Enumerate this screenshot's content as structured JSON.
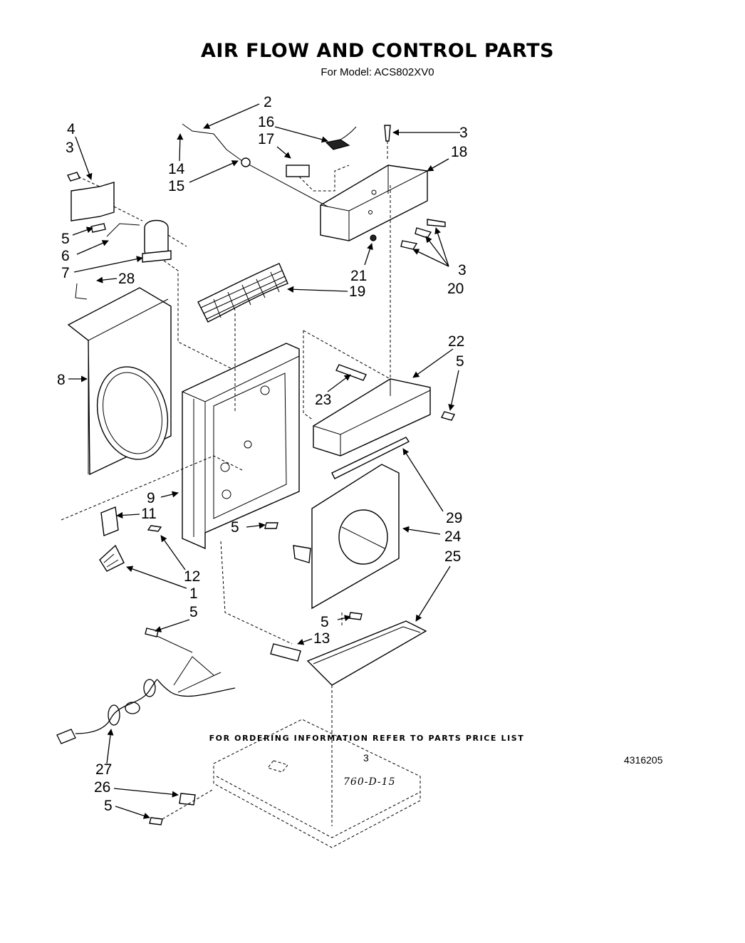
{
  "header": {
    "title": "AIR FLOW AND CONTROL PARTS",
    "subtitle": "For Model: ACS802XV0"
  },
  "callouts": {
    "c2": "2",
    "c16": "16",
    "c3a": "3",
    "c17": "17",
    "c18": "18",
    "c4": "4",
    "c3b": "3",
    "c14": "14",
    "c15": "15",
    "c5a": "5",
    "c6": "6",
    "c7": "7",
    "c28": "28",
    "c3c": "3",
    "c21": "21",
    "c20": "20",
    "c19": "19",
    "c22": "22",
    "c5b": "5",
    "c8": "8",
    "c23": "23",
    "c9": "9",
    "c11": "11",
    "c29": "29",
    "c5c": "5",
    "c24": "24",
    "c25": "25",
    "c12": "12",
    "c1": "1",
    "c5d": "5",
    "c5e": "5",
    "c13": "13",
    "c27": "27",
    "c26": "26",
    "c5f": "5"
  },
  "footer": {
    "ordering": "FOR ORDERING INFORMATION REFER TO PARTS PRICE LIST",
    "page": "3",
    "doc_number": "4316205",
    "handwritten": "760-D-15"
  }
}
